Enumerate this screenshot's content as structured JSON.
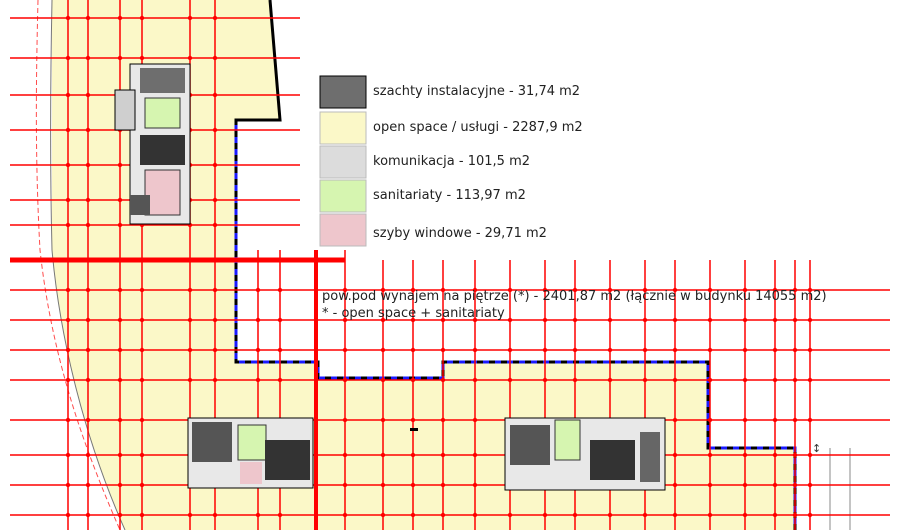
{
  "legend": {
    "items": [
      {
        "label": "szachty instalacyjne - 31,74 m2",
        "color": "#6e6e6e"
      },
      {
        "label": "open space / usługi - 2287,9 m2",
        "color": "#fbf8c8"
      },
      {
        "label": "komunikacja - 101,5 m2",
        "color": "#dcdcdc"
      },
      {
        "label": "sanitariaty - 113,97 m2",
        "color": "#d6f5b0"
      },
      {
        "label": "szyby windowe - 29,71 m2",
        "color": "#eec6cc"
      }
    ]
  },
  "notes": {
    "line1": "pow.pod wynajem na piętrze (*) - 2401,87 m2 (łącznie w budynku 14055 m2)",
    "line2": "* - open space + sanitariaty"
  },
  "colors": {
    "floor": "#fbf8c8",
    "grid": "#ff0000",
    "wall": "#000000",
    "facade": "#1a1aff",
    "core": "#404040"
  }
}
